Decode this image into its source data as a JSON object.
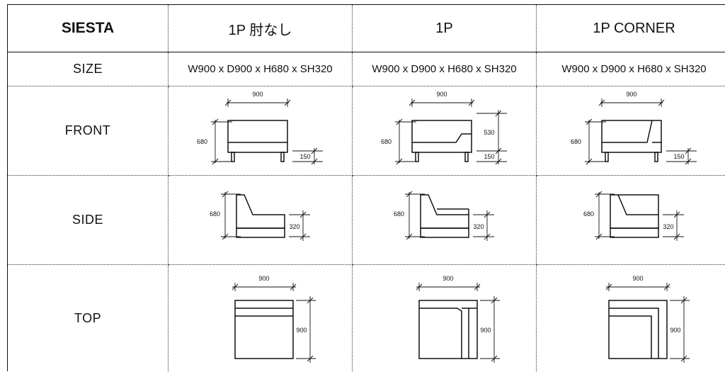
{
  "table": {
    "title": "SIESTA",
    "columns": [
      "1P 肘なし",
      "1P",
      "1P CORNER"
    ],
    "rows": {
      "size": {
        "label": "SIZE",
        "values": [
          "W900 x D900 x H680 x SH320",
          "W900 x D900 x H680 x SH320",
          "W900 x D900 x H680 x SH320"
        ]
      },
      "front": {
        "label": "FRONT"
      },
      "side": {
        "label": "SIDE"
      },
      "top": {
        "label": "TOP"
      }
    }
  },
  "dims": {
    "width": "900",
    "height": "680",
    "leg": "150",
    "arm": "530",
    "seat": "320",
    "depth": "900"
  }
}
